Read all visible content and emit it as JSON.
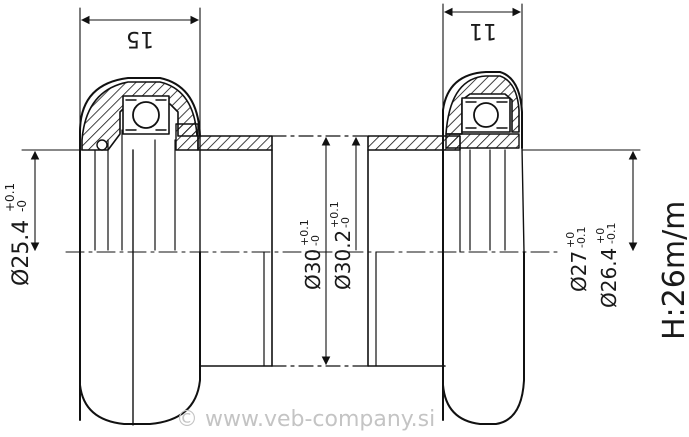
{
  "drawing": {
    "dimensions": {
      "cup_width_left": "15",
      "cup_width_right": "11",
      "diameter_left": "Ø25.4",
      "diameter_left_tol_upper": "+0.1",
      "diameter_left_tol_lower": "-0",
      "diameter_mid_1": "Ø30",
      "diameter_mid_1_tol_upper": "+0.1",
      "diameter_mid_1_tol_lower": "-0",
      "diameter_mid_2": "Ø30.2",
      "diameter_mid_2_tol_upper": "+0.1",
      "diameter_mid_2_tol_lower": "-0",
      "diameter_right_1": "Ø27",
      "diameter_right_1_tol_upper": "+0",
      "diameter_right_1_tol_lower": "-0.1",
      "diameter_right_2": "Ø26.4",
      "diameter_right_2_tol_upper": "+0",
      "diameter_right_2_tol_lower": "-0.1"
    },
    "stack_height": "H:26m/m",
    "watermark": "© www.veb-company.si"
  }
}
